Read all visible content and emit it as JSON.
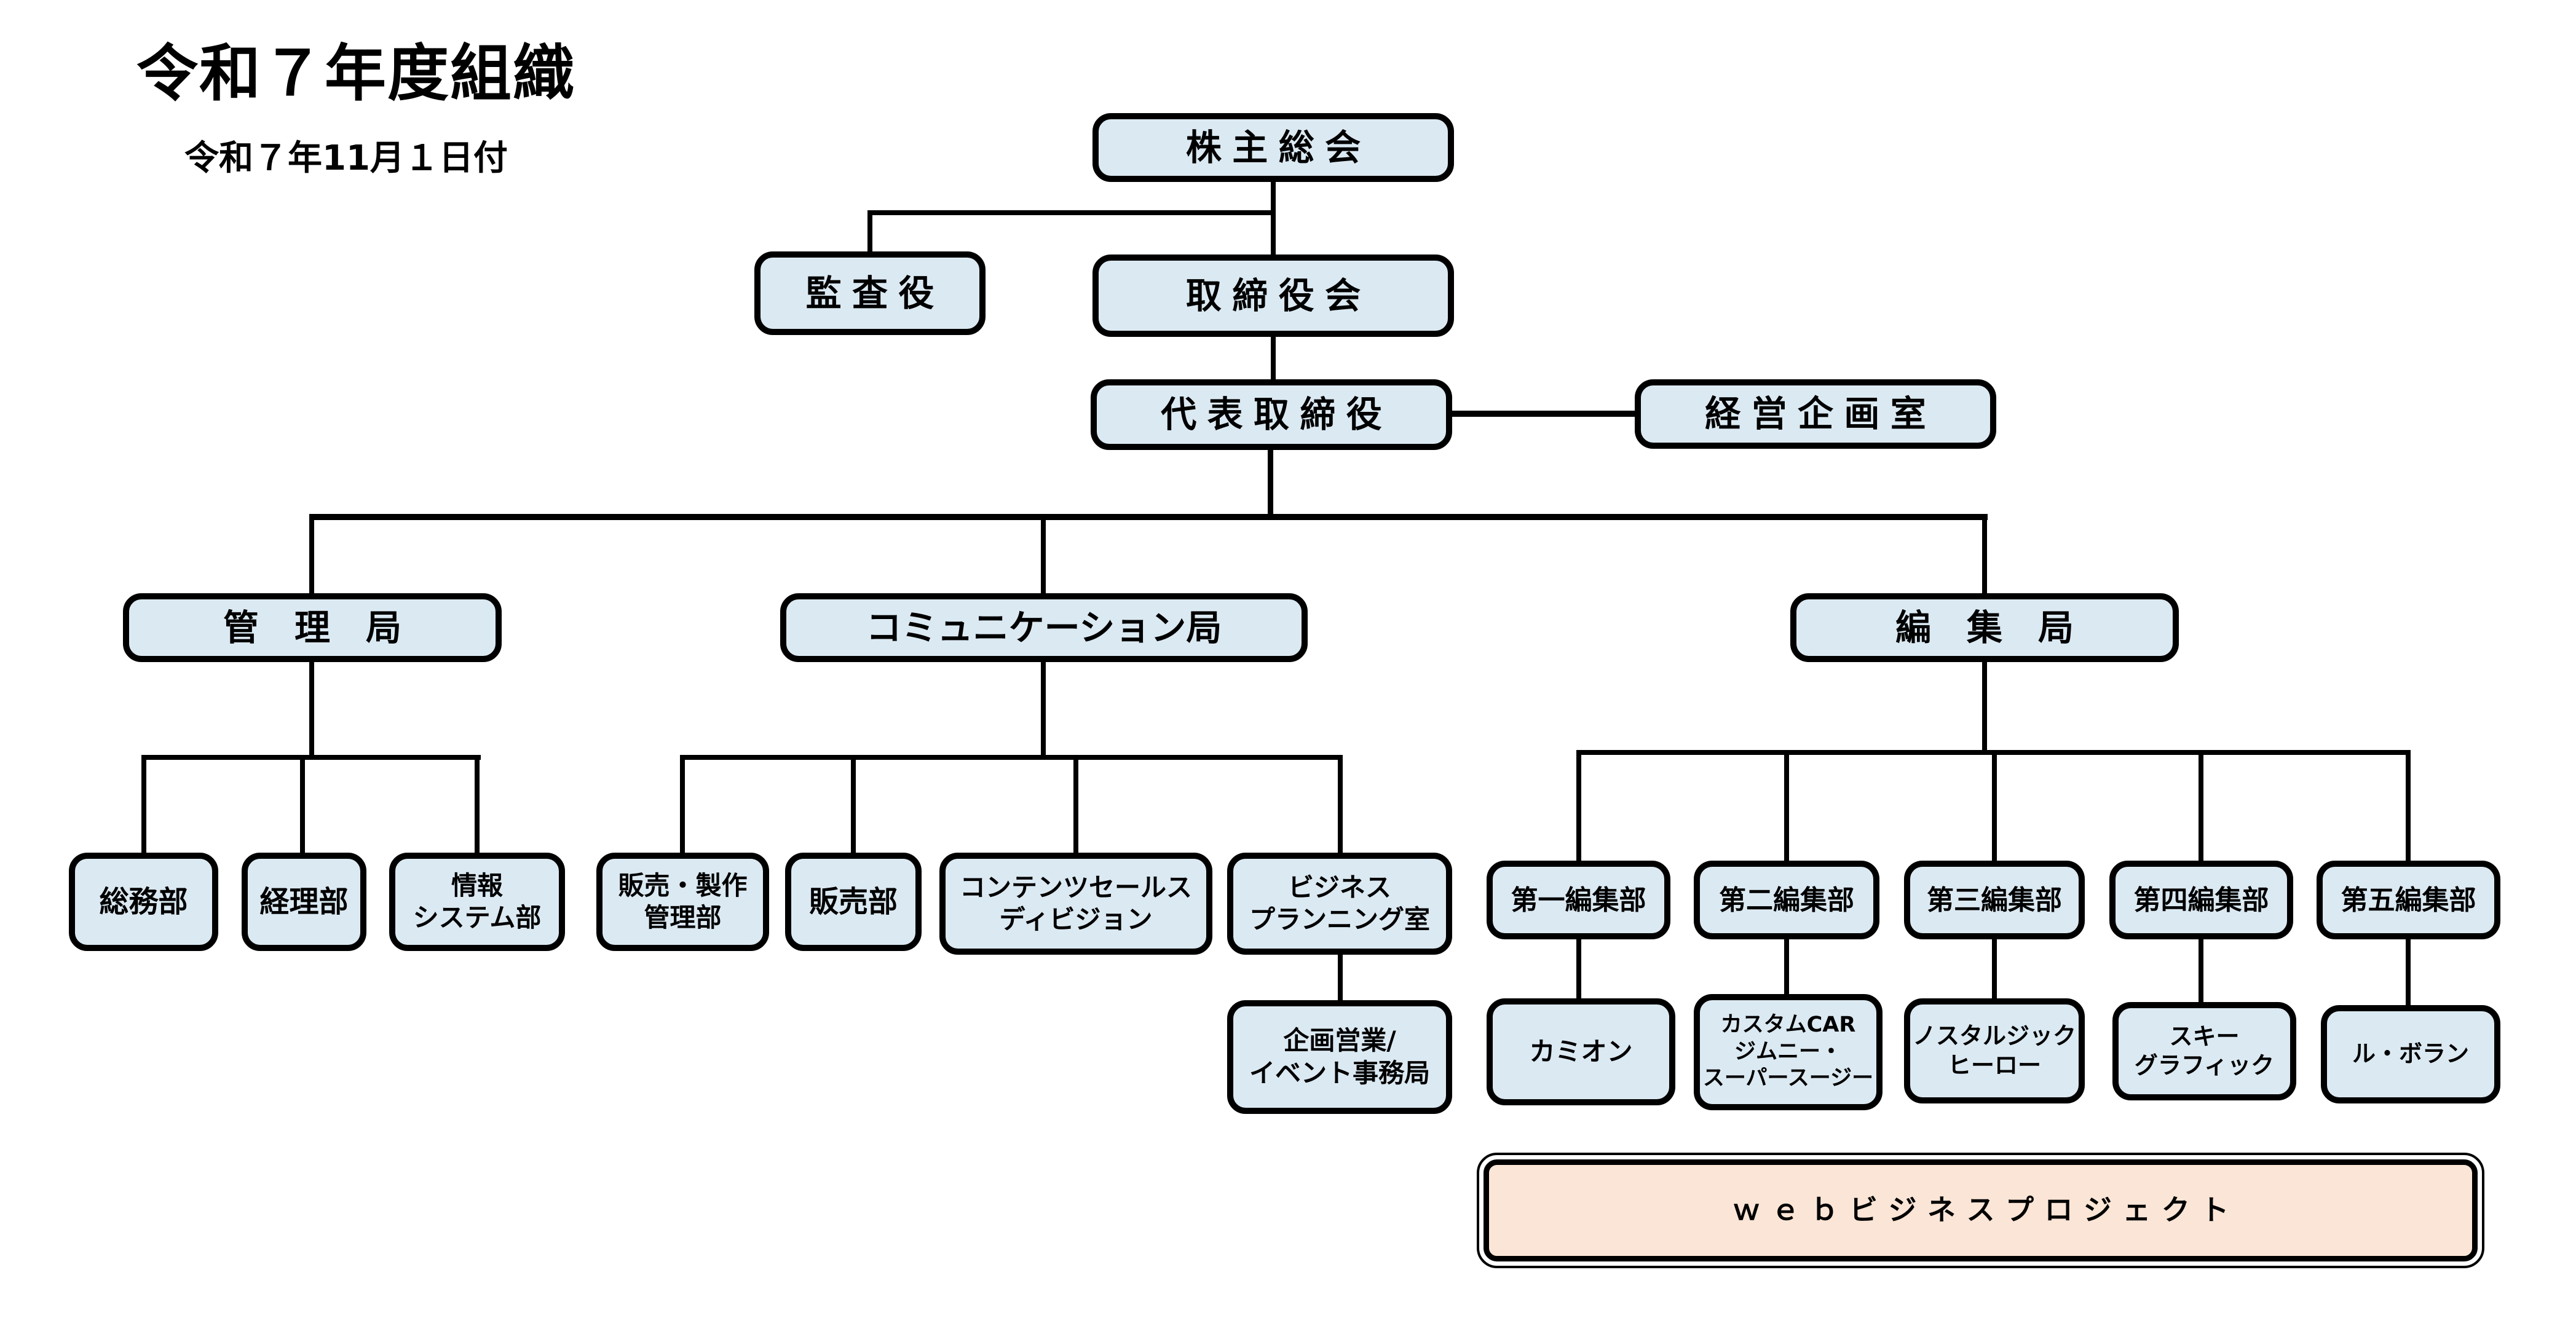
{
  "title": "令和７年度組織",
  "subtitle": "令和７年11月１日付",
  "colors": {
    "box_fill": "#dbe9f2",
    "highlight_fill": "#fbe5d6",
    "line": "#000000"
  },
  "nodes": {
    "shareholders": {
      "label": "株主総会"
    },
    "auditor": {
      "label": "監査役"
    },
    "board": {
      "label": "取締役会"
    },
    "ceo": {
      "label": "代表取締役"
    },
    "planning_office": {
      "label": "経営企画室"
    },
    "admin_bureau": {
      "label": "管　理　局"
    },
    "comm_bureau": {
      "label": "コミュニケーション局"
    },
    "edit_bureau": {
      "label": "編　集　局"
    },
    "general_affairs": {
      "label": "総務部"
    },
    "accounting": {
      "label": "経理部"
    },
    "info_systems": {
      "label": "情報\nシステム部"
    },
    "sales_production": {
      "label": "販売・製作\n管理部"
    },
    "sales": {
      "label": "販売部"
    },
    "content_sales": {
      "label": "コンテンツセールス\nディビジョン"
    },
    "business_planning": {
      "label": "ビジネス\nプランニング室"
    },
    "edit1": {
      "label": "第一編集部"
    },
    "edit2": {
      "label": "第二編集部"
    },
    "edit3": {
      "label": "第三編集部"
    },
    "edit4": {
      "label": "第四編集部"
    },
    "edit5": {
      "label": "第五編集部"
    },
    "event_office": {
      "label": "企画営業/\nイベント事務局"
    },
    "camion": {
      "label": "カミオン"
    },
    "custom_car": {
      "label": "カスタムCAR\nジムニー・\nスーパースージー"
    },
    "nostalgic_hero": {
      "label": "ノスタルジック\nヒーロー"
    },
    "ski_graphic": {
      "label": "スキー\nグラフィック"
    },
    "le_volant": {
      "label": "ル・ボラン"
    },
    "web_project": {
      "label": "ｗｅｂビジネスプロジェクト"
    }
  }
}
